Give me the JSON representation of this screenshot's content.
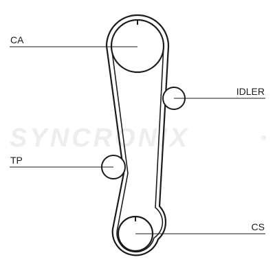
{
  "watermark": {
    "text": "SYNCRONIX",
    "mark": "®"
  },
  "labels": {
    "ca": "CA",
    "idler": "IDLER",
    "tp": "TP",
    "cs": "CS"
  },
  "colors": {
    "line": "#1a1a1a",
    "watermark": "#ededed"
  }
}
